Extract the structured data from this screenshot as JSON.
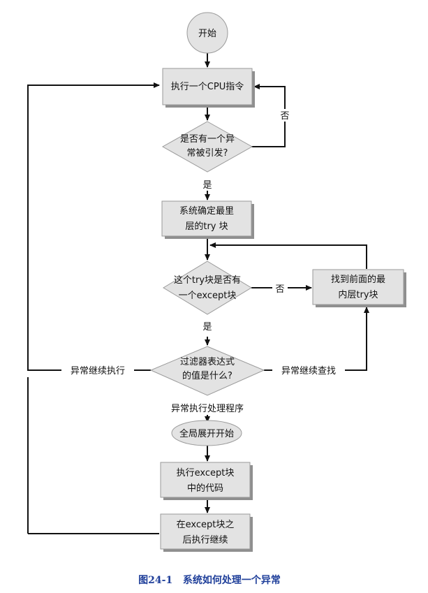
{
  "nodes": {
    "start": "开始",
    "execute_cpu": "执行一个CPU指令",
    "exception_raised": [
      "是否有一个异",
      "常被引发?"
    ],
    "find_innermost_try": [
      "系统确定最里",
      "层的try 块"
    ],
    "find_previous_try": [
      "找到前面的最",
      "内层try块"
    ],
    "has_except_block": [
      "这个try块是否有",
      "一个except块"
    ],
    "filter_value": [
      "过滤器表达式",
      "的值是什么?"
    ],
    "global_unwind": "全局展开开始",
    "execute_except": [
      "执行except块",
      "中的代码"
    ],
    "continue_after_except": [
      "在except块之",
      "后执行继续"
    ]
  },
  "edge_labels": {
    "no_exception": "否",
    "yes_exception": "是",
    "no_except_block": "否",
    "yes_except_block": "是",
    "continue_execution": "异常继续执行",
    "continue_search": "异常继续查找",
    "execute_handler": "异常执行处理程序"
  },
  "caption": "图24-1   系统如何处理一个异常"
}
